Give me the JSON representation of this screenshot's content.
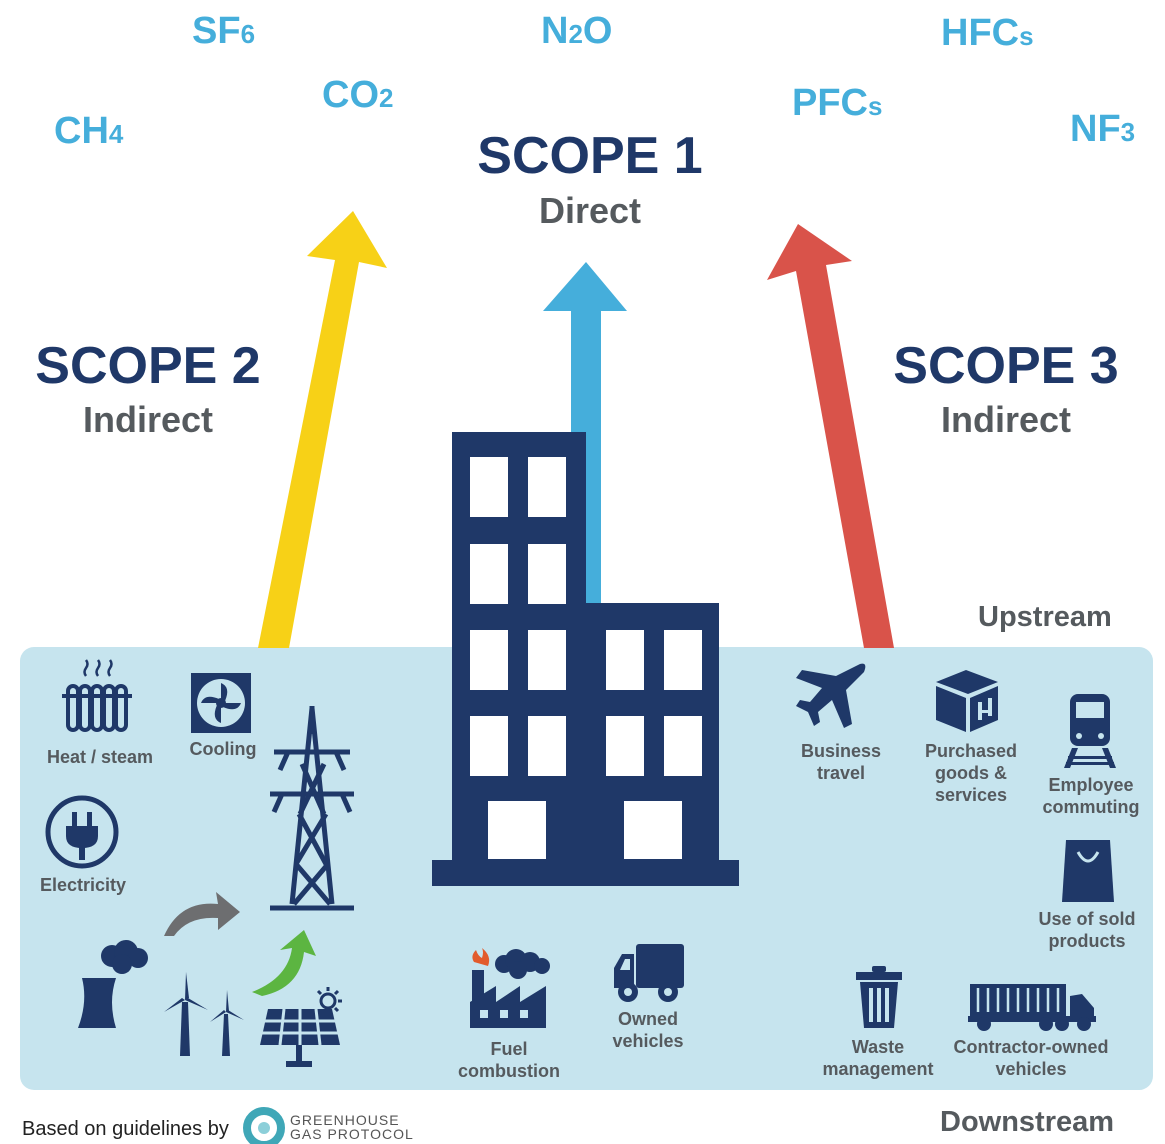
{
  "gases": {
    "sf6": {
      "main": "SF",
      "sub": "6"
    },
    "n2o": {
      "main": "N",
      "sub": "2",
      "tail": "O"
    },
    "hfcs": {
      "main": "HFC",
      "sub": "s"
    },
    "co2": {
      "main": "CO",
      "sub": "2"
    },
    "pfcs": {
      "main": "PFC",
      "sub": "s"
    },
    "ch4": {
      "main": "CH",
      "sub": "4"
    },
    "nf3": {
      "main": "NF",
      "sub": "3"
    }
  },
  "scopes": {
    "scope1": {
      "title": "SCOPE 1",
      "subtitle": "Direct"
    },
    "scope2": {
      "title": "SCOPE 2",
      "subtitle": "Indirect"
    },
    "scope3": {
      "title": "SCOPE 3",
      "subtitle": "Indirect"
    }
  },
  "streams": {
    "upstream": "Upstream",
    "downstream": "Downstream"
  },
  "colors": {
    "scope1_arrow": "#45aedb",
    "scope2_arrow": "#f7d117",
    "scope3_arrow": "#d9534a",
    "navy": "#1f3868",
    "panel": "#c6e4ee"
  },
  "sources": {
    "heat_steam": "Heat / steam",
    "cooling": "Cooling",
    "electricity": "Electricity",
    "business_travel": "Business\ntravel",
    "purchased_goods": "Purchased\ngoods &\nservices",
    "employee_commuting": "Employee\ncommuting",
    "use_of_sold_products": "Use of sold\nproducts",
    "fuel_combustion": "Fuel\ncombustion",
    "owned_vehicles": "Owned\nvehicles",
    "waste_management": "Waste\nmanagement",
    "contractor_vehicles": "Contractor-owned\nvehicles"
  },
  "icons": [
    "radiator-icon",
    "fan-icon",
    "plug-icon",
    "power-tower-icon",
    "power-plant-icon",
    "wind-turbine-icon",
    "solar-panel-icon",
    "airplane-icon",
    "box-icon",
    "train-icon",
    "shopping-bag-icon",
    "factory-icon",
    "truck-icon",
    "trash-can-icon",
    "trailer-truck-icon"
  ],
  "footer": {
    "text": "Based on guidelines by",
    "logo_text": "GREENHOUSE\nGAS PROTOCOL"
  }
}
